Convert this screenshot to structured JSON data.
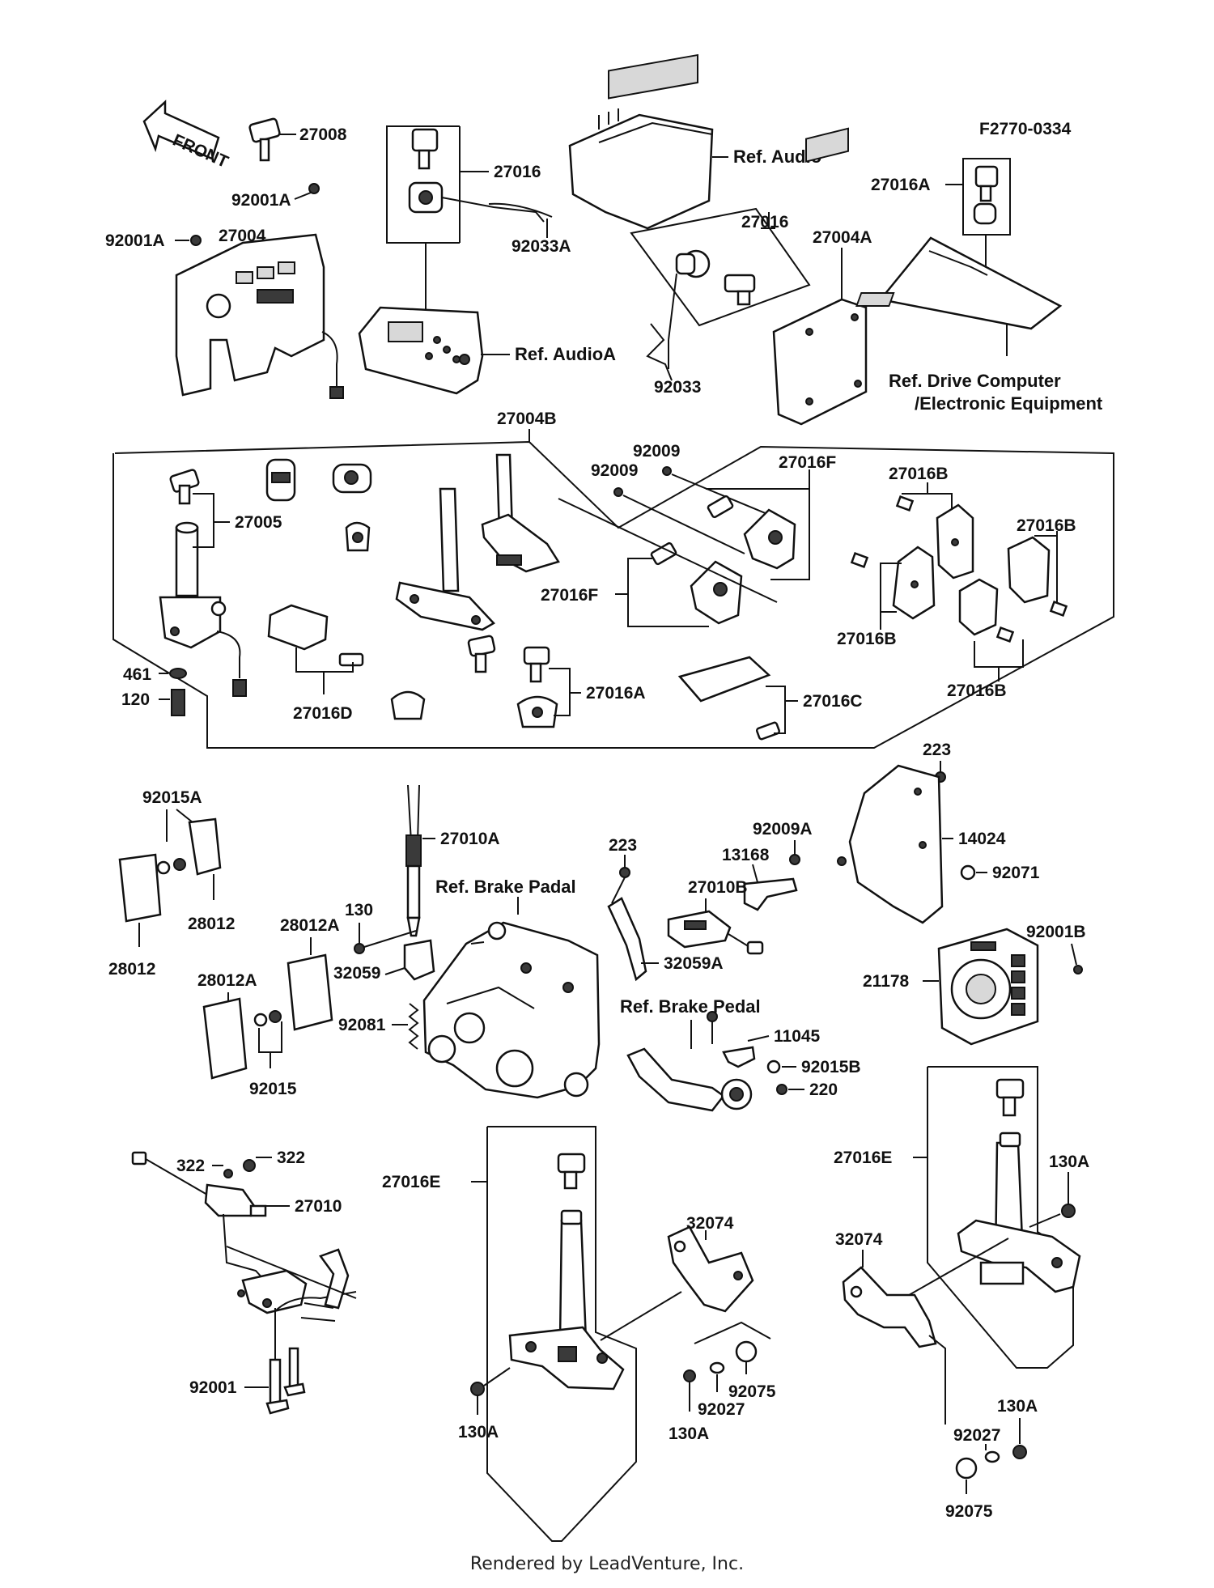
{
  "diagram": {
    "code": "F2770-0334",
    "front_label": "FRONT",
    "refs": {
      "audio": "Ref. Audio",
      "audio_a": "Ref. AudioA",
      "drive_computer_1": "Ref. Drive Computer",
      "drive_computer_2": "/Electronic Equipment",
      "brake_padal": "Ref. Brake Padal",
      "brake_pedal": "Ref. Brake Pedal"
    },
    "parts": {
      "p27008": "27008",
      "p92001A_a": "92001A",
      "p92001A_b": "92001A",
      "p27004": "27004",
      "p27016_a": "27016",
      "p92033A": "92033A",
      "p27016_b": "27016",
      "p92033": "92033",
      "p27004A": "27004A",
      "p27016A_a": "27016A",
      "p27004B": "27004B",
      "p92009_a": "92009",
      "p92009_b": "92009",
      "p27016F_a": "27016F",
      "p27016F_b": "27016F",
      "p27016B_a": "27016B",
      "p27016B_b": "27016B",
      "p27016B_c": "27016B",
      "p27016B_d": "27016B",
      "p27005": "27005",
      "p461": "461",
      "p120": "120",
      "p27016D": "27016D",
      "p27016A_b": "27016A",
      "p27016C": "27016C",
      "p223_a": "223",
      "p92015A": "92015A",
      "p27010A": "27010A",
      "p223_b": "223",
      "p92009A": "92009A",
      "p13168": "13168",
      "p14024": "14024",
      "p92071": "92071",
      "p28012_a": "28012",
      "p28012_b": "28012",
      "p27010B": "27010B",
      "p130": "130",
      "p28012A_a": "28012A",
      "p32059": "32059",
      "p32059A": "32059A",
      "p92001B": "92001B",
      "p21178": "21178",
      "p28012A_b": "28012A",
      "p92081": "92081",
      "p11045": "11045",
      "p92015B": "92015B",
      "p220": "220",
      "p92015": "92015",
      "p322_a": "322",
      "p322_b": "322",
      "p27010": "27010",
      "p27016E_a": "27016E",
      "p32074_a": "32074",
      "p27016E_b": "27016E",
      "p130A_a": "130A",
      "p32074_b": "32074",
      "p130A_b": "130A",
      "p92027_a": "92027",
      "p92075_a": "92075",
      "p92001": "92001",
      "p130A_c": "130A",
      "p130A_d": "130A",
      "p92027_b": "92027",
      "p92075_b": "92075"
    }
  },
  "footer": "Rendered by LeadVenture, Inc."
}
